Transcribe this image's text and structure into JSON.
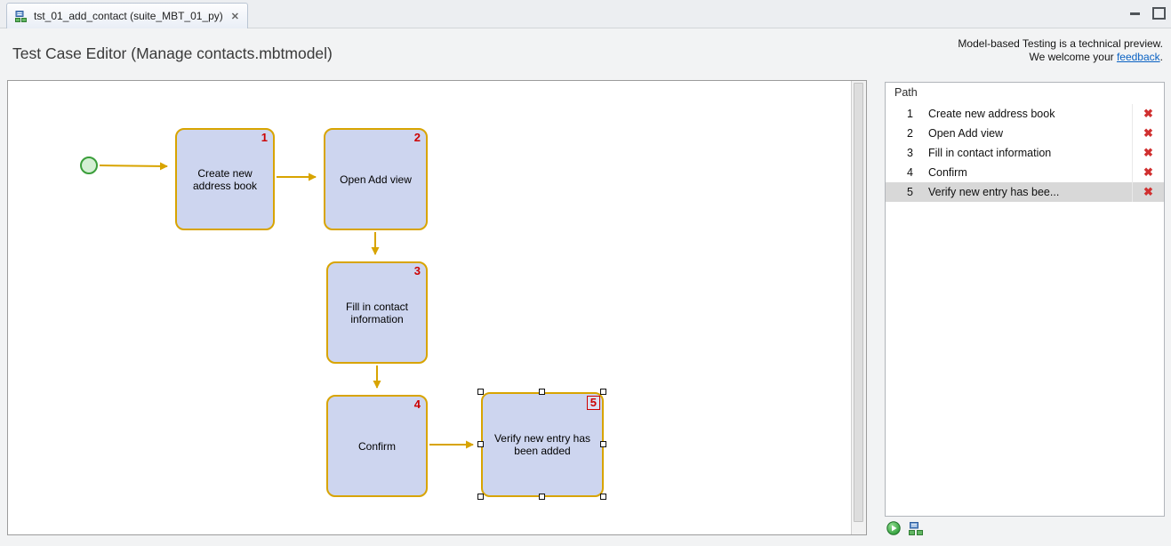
{
  "window": {
    "tab_title": "tst_01_add_contact (suite_MBT_01_py)"
  },
  "icons": {
    "close": "✕",
    "delete": "✖"
  },
  "header": {
    "title": "Test Case Editor (Manage contacts.mbtmodel)",
    "notice_line1": "Model-based Testing is a technical preview.",
    "notice_prefix": "We welcome your ",
    "notice_link": "feedback",
    "notice_suffix": "."
  },
  "diagram": {
    "nodes": [
      {
        "num": "1",
        "label": "Create new address book"
      },
      {
        "num": "2",
        "label": "Open Add view"
      },
      {
        "num": "3",
        "label": "Fill in contact information"
      },
      {
        "num": "4",
        "label": "Confirm"
      },
      {
        "num": "5",
        "label": "Verify new entry has been added"
      }
    ]
  },
  "path_panel": {
    "title": "Path",
    "items": [
      {
        "num": "1",
        "label": "Create new address book"
      },
      {
        "num": "2",
        "label": "Open Add view"
      },
      {
        "num": "3",
        "label": "Fill in contact information"
      },
      {
        "num": "4",
        "label": "Confirm"
      },
      {
        "num": "5",
        "label": "Verify new entry has bee..."
      }
    ]
  },
  "colors": {
    "node_fill": "#cdd5ef",
    "node_border": "#d8a400",
    "number_red": "#cc0000",
    "start_green": "#3a9e3a",
    "link_blue": "#0a62c3",
    "delete_red": "#d03030"
  }
}
